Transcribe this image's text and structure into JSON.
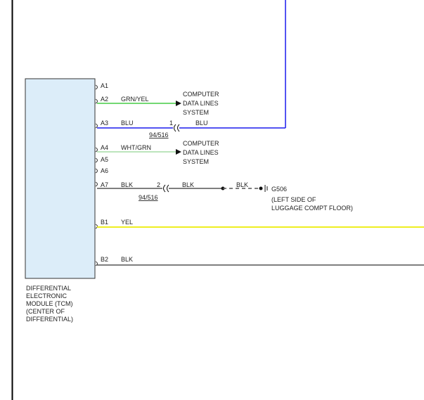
{
  "colors": {
    "module_fill": "#dcedf9",
    "module_stroke": "#333333",
    "grn_yel": "#44cc44",
    "wht_grn": "#a6dca6",
    "blu": "#1a1aee",
    "blk": "#555555",
    "yel": "#eeee22",
    "border": "#000000"
  },
  "module": {
    "name_lines": [
      "DIFFERENTIAL",
      "ELECTRONIC",
      "MODULE (TCM)",
      "(CENTER OF",
      "DIFFERENTIAL)"
    ]
  },
  "pins": {
    "a1": "A1",
    "a2": "A2",
    "a3": "A3",
    "a4": "A4",
    "a5": "A5",
    "a6": "A6",
    "a7": "A7",
    "b1": "B1",
    "b2": "B2"
  },
  "wires": {
    "a2_color": "GRN/YEL",
    "a3_color": "BLU",
    "a3_after_connector": "BLU",
    "a4_color": "WHT/GRN",
    "a7_color": "BLK",
    "a7_after_connector": "BLK",
    "a7_to_ground": "BLK",
    "b1_color": "YEL",
    "b2_color": "BLK"
  },
  "connectors": {
    "a3_pin": "1",
    "a3_id": "94/516",
    "a7_pin": "2",
    "a7_id": "94/516"
  },
  "destinations": {
    "cdl_a2_lines": [
      "COMPUTER",
      "DATA LINES",
      "SYSTEM"
    ],
    "cdl_a4_lines": [
      "COMPUTER",
      "DATA LINES",
      "SYSTEM"
    ]
  },
  "ground": {
    "id": "G506",
    "location_lines": [
      "(LEFT SIDE OF",
      "LUGGAGE COMPT FLOOR)"
    ]
  }
}
